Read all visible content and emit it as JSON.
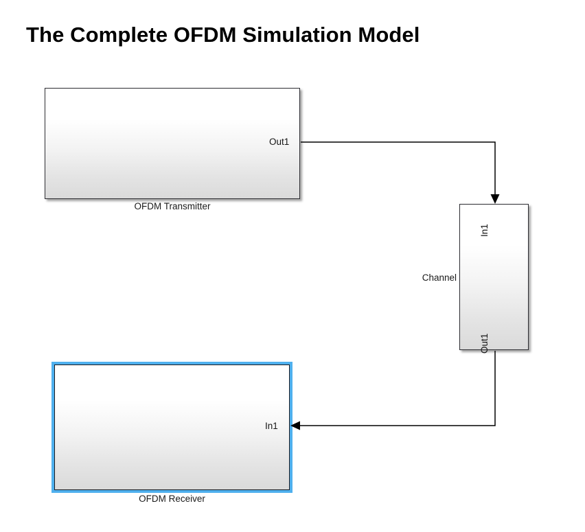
{
  "title": "The Complete OFDM Simulation Model",
  "colors": {
    "selection_highlight": "#4fb0ee",
    "block_border": "#2b2b30",
    "block_fill_top": "#ffffff",
    "block_fill_bottom": "#dadada",
    "wire": "#000000",
    "text": "#000000",
    "canvas_background": "#ffffff"
  },
  "blocks": [
    {
      "id": "ofdm-transmitter",
      "name": "OFDM Transmitter",
      "selected": false,
      "orientation": "right",
      "ports": [
        {
          "id": "tx-out1",
          "label": "Out1",
          "type": "output"
        }
      ]
    },
    {
      "id": "channel",
      "name": "Channel",
      "selected": false,
      "orientation": "down",
      "ports": [
        {
          "id": "ch-in1",
          "label": "In1",
          "type": "input"
        },
        {
          "id": "ch-out1",
          "label": "Out1",
          "type": "output"
        }
      ]
    },
    {
      "id": "ofdm-receiver",
      "name": "OFDM Receiver",
      "selected": true,
      "orientation": "right",
      "ports": [
        {
          "id": "rx-in1",
          "label": "In1",
          "type": "input"
        }
      ]
    }
  ],
  "signals": [
    {
      "id": "signal-tx-to-channel",
      "from": "ofdm-transmitter.Out1",
      "to": "channel.In1"
    },
    {
      "id": "signal-channel-to-rx",
      "from": "channel.Out1",
      "to": "ofdm-receiver.In1"
    }
  ]
}
